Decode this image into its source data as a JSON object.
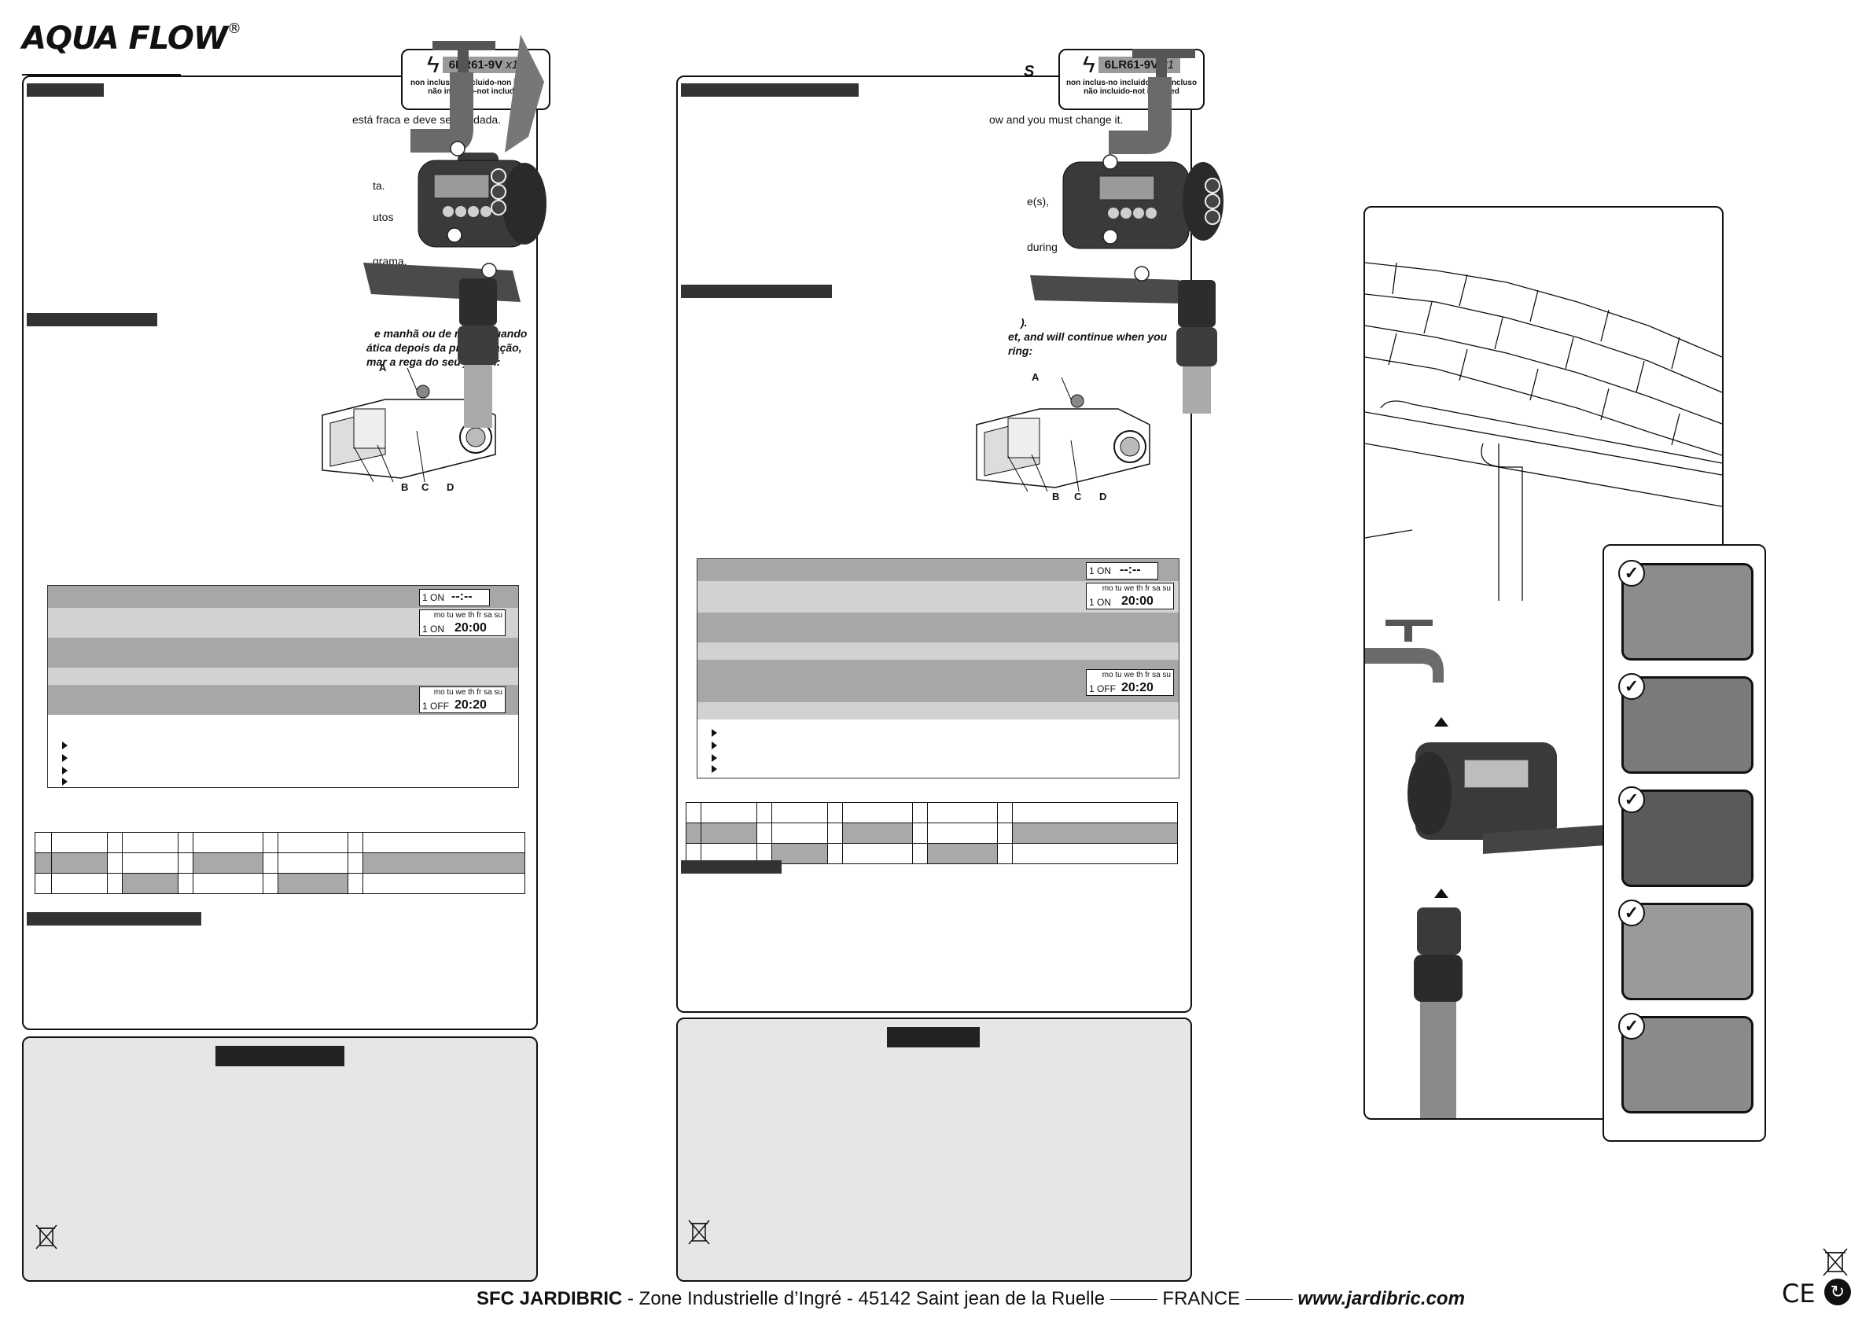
{
  "brand": {
    "logo": "AQUA FLOW",
    "registered": "®"
  },
  "badge_left": {
    "battery": "6LR61-9V",
    "qty": "x1",
    "line1": "non inclus-no incluido-non incluso",
    "line2": "não incluido-not included"
  },
  "badge_right": {
    "prefix": "S",
    "battery": "6LR61-9V",
    "qty": "x1",
    "line1": "non inclus-no incluido-non incluso",
    "line2": "não incluido-not included"
  },
  "left_panel": {
    "lines": [
      "está fraca e deve ser mudada.",
      "ta.",
      "utos",
      "grama,"
    ],
    "italic_lines": [
      "e manhã ou de noite (quando",
      "ática depois da programação,",
      "mar a rega do seu jardim:"
    ],
    "valve_labels": [
      "A",
      "B",
      "C",
      "D"
    ],
    "lcd1": {
      "prog": "1 ON",
      "time": "--:--"
    },
    "lcd2": {
      "days": "mo tu we th fr sa su",
      "prog": "1 ON",
      "time": "20:00"
    },
    "lcd3": {
      "days": "mo tu we th fr sa su",
      "prog": "1 OFF",
      "time": "20:20"
    }
  },
  "right_panel": {
    "lines": [
      "ow and you must change it.",
      "e(s),",
      "during"
    ],
    "italic_lines": [
      ").",
      "et, and will continue when you",
      "ring:"
    ],
    "valve_labels": [
      "A",
      "B",
      "C",
      "D"
    ],
    "lcd1": {
      "prog": "1 ON",
      "time": "--:--"
    },
    "lcd2": {
      "days": "mo tu we th fr sa su",
      "prog": "1 ON",
      "time": "20:00"
    },
    "lcd3": {
      "days": "mo tu we th fr sa su",
      "prog": "1 OFF",
      "time": "20:20"
    }
  },
  "footer": {
    "company": "SFC JARDIBRIC",
    "address": "- Zone Industrielle d’Ingré - 45142 Saint jean de la Ruelle",
    "country": "FRANCE",
    "url": "www.jardibric.com"
  },
  "marks": {
    "ce": "CE"
  },
  "colors": {
    "ink": "#111111",
    "bar": "#333333",
    "shade": "#a7a7a7",
    "panel_grey": "#e6e6e6"
  }
}
